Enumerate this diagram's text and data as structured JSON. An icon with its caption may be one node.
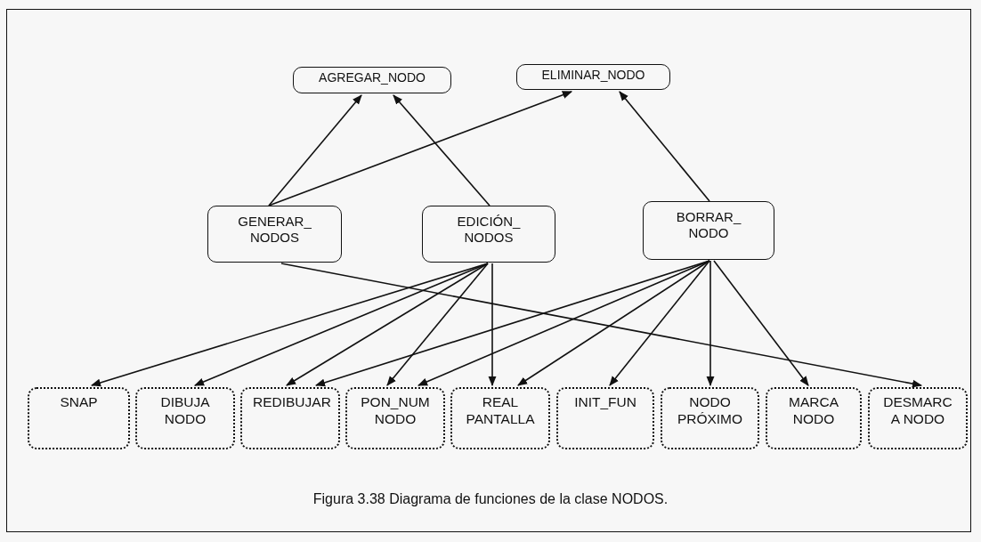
{
  "diagram": {
    "caption": "Figura 3.38 Diagrama de funciones de la clase NODOS.",
    "nodes": [
      {
        "text": [
          "AGREGAR_NODO"
        ]
      },
      {
        "text": [
          "ELIMINAR_NODO"
        ]
      },
      {
        "text": [
          "GENERAR_ NODOS"
        ]
      },
      {
        "text": [
          "EDICIÓN_ NODOS"
        ]
      },
      {
        "text": [
          "BORRAR_ NODO"
        ]
      },
      {
        "text": [
          "SNAP"
        ]
      },
      {
        "text": [
          "DIBUJA NODO"
        ]
      },
      {
        "text": [
          "REDIBUJAR"
        ]
      },
      {
        "text": [
          "PON_NUM NODO"
        ]
      },
      {
        "text": [
          "REAL PANTALLA"
        ]
      },
      {
        "text": [
          "INIT_FUN"
        ]
      },
      {
        "text": [
          "NODO PRÓXIMO"
        ]
      },
      {
        "text": [
          "MARCA NODO"
        ]
      },
      {
        "text": [
          "DESMARC A NODO"
        ]
      }
    ],
    "edges": [
      {
        "from": 2,
        "to": 0,
        "arrow": "to"
      },
      {
        "from": 2,
        "to": 1,
        "arrow": "to"
      },
      {
        "from": 3,
        "to": 0,
        "arrow": "to"
      },
      {
        "from": 4,
        "to": 1,
        "arrow": "to"
      },
      {
        "from": 2,
        "to": 13,
        "arrow": "to"
      },
      {
        "from": 3,
        "to": 5,
        "arrow": "to"
      },
      {
        "from": 3,
        "to": 6,
        "arrow": "to"
      },
      {
        "from": 3,
        "to": 7,
        "arrow": "to"
      },
      {
        "from": 3,
        "to": 8,
        "arrow": "to"
      },
      {
        "from": 3,
        "to": 9,
        "arrow": "to"
      },
      {
        "from": 4,
        "to": 7,
        "arrow": "to"
      },
      {
        "from": 4,
        "to": 8,
        "arrow": "to"
      },
      {
        "from": 4,
        "to": 9,
        "arrow": "to"
      },
      {
        "from": 4,
        "to": 10,
        "arrow": "to"
      },
      {
        "from": 4,
        "to": 11,
        "arrow": "to"
      },
      {
        "from": 4,
        "to": 12,
        "arrow": "to"
      }
    ]
  }
}
